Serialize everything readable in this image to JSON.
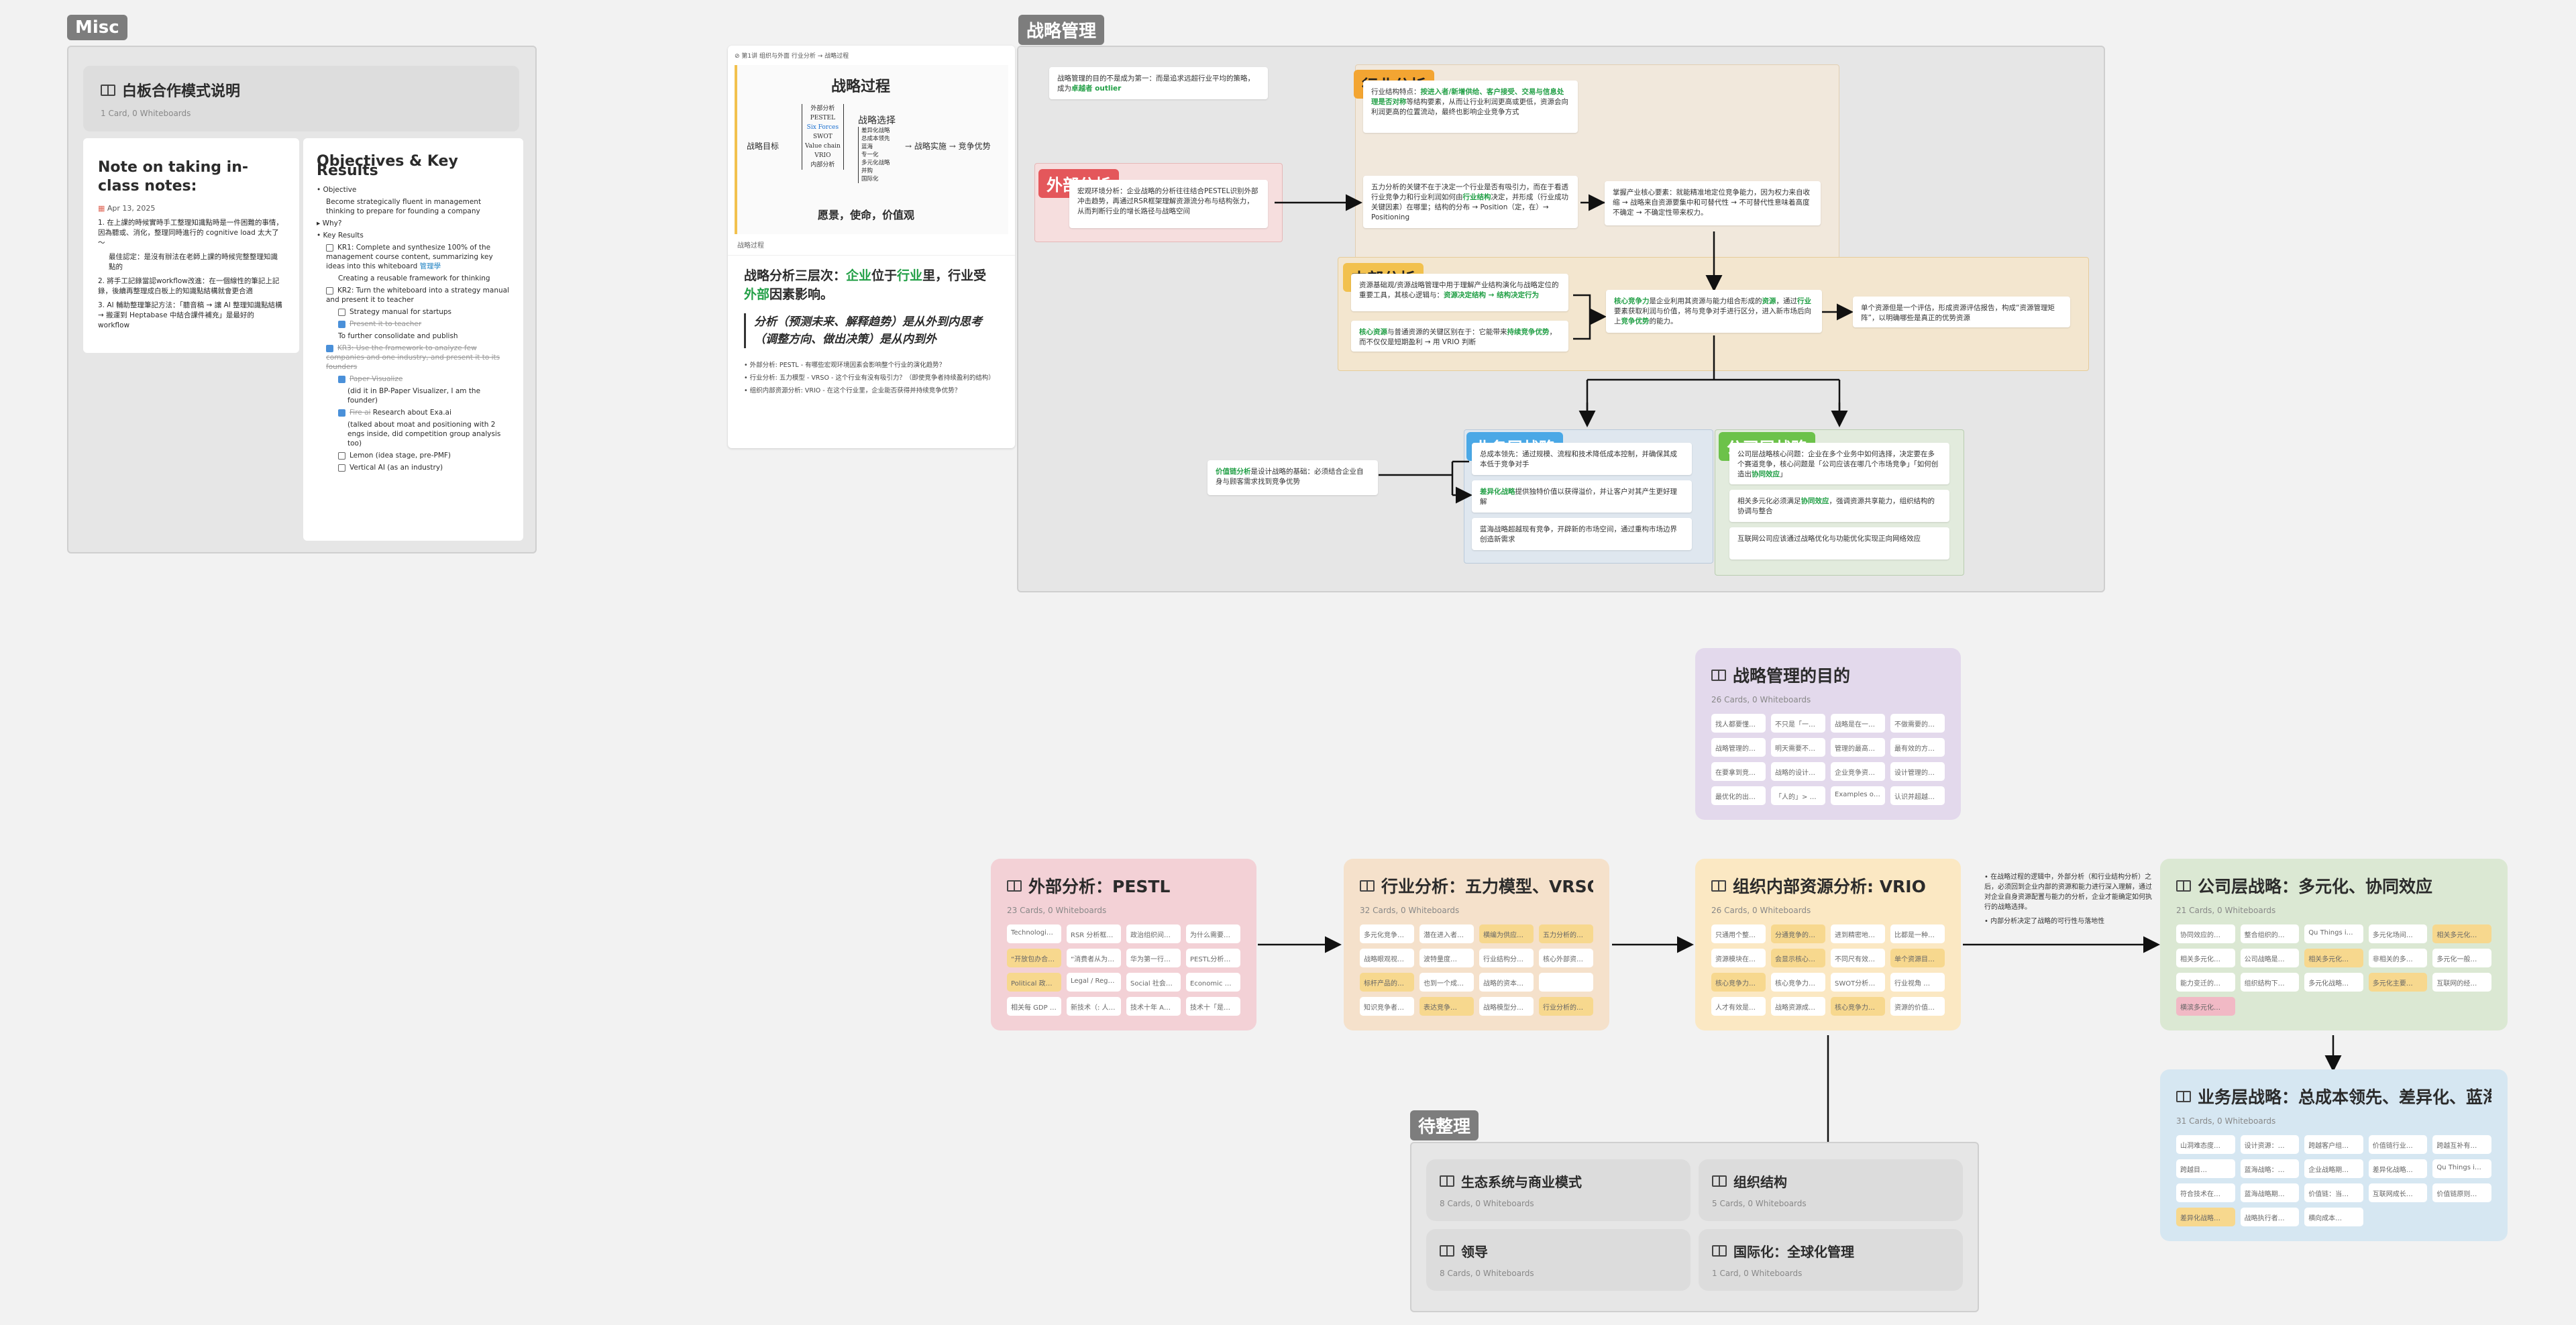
{
  "misc": {
    "label": "Misc",
    "top_card": {
      "title": "白板合作模式说明",
      "sub": "1 Card, 0 Whiteboards"
    },
    "note": {
      "title": "Note on taking in-class notes:",
      "date": "Apr 13, 2025",
      "items": [
        "1. 在上課的時候實時手工整理知識點時是一件困難的事情，因為聽或、消化，整理同時進行的 cognitive load 太大了～",
        "最佳認定：是沒有辦法在老師上課的時候完整整理知識點的",
        "2. 將手工記錄當認workflow改進：在一個線性的筆記上記錄，後續再整理成白板上的知識點結構就會更合適",
        "3. AI 輔助整理筆記方法：「聽音稿 → 讓 AI 整理知識點結構 → 搬運到 Heptabase 中結合課件補充」是最好的 workflow"
      ]
    },
    "okr": {
      "title": "Objectives & Key Results",
      "objective_label": "Objective",
      "objective_text": "Become strategically fluent in management thinking to prepare for founding a company",
      "why": "Why?",
      "kr_label": "Key Results",
      "kr1": "KR1: Complete and synthesize 100% of the management course content, summarizing key ideas into this whiteboard",
      "kr1_note": "管理學",
      "kr1_sub": "Creating a reusable framework for thinking",
      "kr2": "KR2: Turn the whiteboard into a strategy manual and present it to teacher",
      "kr2_a": "Strategy manual for startups",
      "kr2_b": "Present it to teacher",
      "kr2_c": "To further consolidate and publish",
      "kr3": "KR3: Use the framework to analyze few companies and one industry, and present it to its founders",
      "kr3_a": "Paper Visualize",
      "kr3_a_note": "(did it in",
      "kr3_a_note2": "BP-Paper Visualizer, I am the founder)",
      "kr3_b": "Fire ai",
      "kr3_b2": "Research about Exa.ai",
      "kr3_b_note": "(talked about moat and positioning with 2 engs inside, did competition group analysis too)",
      "kr4": "Lemon (idea stage, pre-PMF)",
      "kr5": "Vertical AI (as an industry)"
    }
  },
  "doc": {
    "breadcrumb": "第1讲 组织与外面 行业分析 → 战略过程",
    "img_title": "战略过程",
    "img_row": "战略目标",
    "img_cols": [
      "外部分析",
      "PESTEL",
      "Six Forces",
      "SWOT",
      "Value chain",
      "VRIO",
      "内部分析"
    ],
    "img_choice": "战略选择",
    "img_choice_items": [
      "差异化战略",
      "总成本领先",
      "蓝海",
      "专一化",
      "多元化战略",
      "并购",
      "国际化"
    ],
    "img_impl": "战略实施",
    "img_adv": "竞争优势",
    "img_bottom": "愿景，使命，价值观",
    "caption": "战略过程",
    "h1_a": "战略分析三层次：",
    "h1_b": "企业",
    "h1_c": "位于",
    "h1_d": "行业",
    "h1_e": "里，行业受",
    "h1_f": "外部",
    "h1_g": "因素影响。",
    "quote": "分析（预测未来、解释趋势）是从外到内思考（调整方向、做出决策）是从内到外",
    "bullets": [
      "外部分析: PESTL - 有哪些宏观环境因素会影响整个行业的演化趋势？",
      "行业分析: 五力模型 - VRSO - 这个行业有没有吸引力？（即使竞争者持续盈利的结构）",
      "组织内部资源分析: VRIO - 在这个行业里，企业能否获得并持续竞争优势？"
    ]
  },
  "sm": {
    "label": "战略管理",
    "purpose_card": "战略管理的目的不是成为第一：而是追求远超行业平均的策略，成为",
    "purpose_green": "卓越者 outlier",
    "industry_tag": "行业分析",
    "industry_a": "行业结构特点",
    "industry_green": "按进入者/新增供给、客户接受、交易与信息处理是否对称",
    "industry_b": "等结构要素",
    "industry_c": "从而让行业利润更高或更低，资源会向利润更高的位置流动，最终也影响企业竞争方式",
    "five_forces": "五力分析的关键不在于决定一个行业是否有吸引力，而在于看透行业竞争力和行业利润如何由",
    "five_green": "行业结构",
    "five_b": "决定，并形成（行业成功关键因素）在哪里；结构的分布 → Position（定，在）→ Positioning",
    "key_success": "掌握产业核心要素：就能精准地定位竞争能力，因为权力来自收缩 → 战略来自资源要集中和可替代性 → 不可替代性意味着高度不确定 → 不确定性带来权力。",
    "external_tag": "外部分析",
    "external": "宏观环境分析：企业战略的分析往往结合PESTEL识别外部冲击趋势，再通过RSR框架理解资源流分布与结构张力，从而判断行业的增长路径与战略空间",
    "internal_tag": "内部分析",
    "internal_a": "资源基础观/资源战略管理中用于理解产业结构演化与战略定位的重要工具，其核心逻辑与：",
    "internal_green_a": "资源决定结构 → 结构决定行为",
    "internal_b": "核心资源",
    "internal_b2": "与普通资源的关键区别在于：它能带来",
    "internal_green_b": "持续竞争优势",
    "internal_b3": "，而不仅仅是短期盈利 → 用 VRIO 判断",
    "core_a": "核心竞争力",
    "core_b": "是企业利用其资源与能力组合形成的",
    "core_green": "资源",
    "core_c": "，通过",
    "core_green2": "行业",
    "core_d": "要素获取利润与价值，将与竞争对手进行区分，进入新市场后向上",
    "core_green3": "竞争优势",
    "core_e": "的能力。",
    "single": "单个资源但是一个评估，形成资源评估报告，构成“资源管理矩阵”，以明确哪些是真正的优势资源",
    "biz_tag": "业务层战略",
    "biz_left_a": "价值链分析",
    "biz_left": "是设计战略的基础：必须结合企业自身与顾客需求找到竞争优势",
    "biz_c1": "总成本领先：通过规模、流程和技术降低成本控制，并确保其成本低于竞争对手",
    "biz_c2_a": "差异化战略",
    "biz_c2": "提供独特价值以获得溢价，并让客户对其产生更好理解",
    "biz_c3": "蓝海战略超越现有竞争，开辟新的市场空间，通过重构市场边界创造新需求",
    "corp_tag": "公司层战略",
    "corp_c1_a": "公司层战略核心问题：企业在多个业务中如何选择，决定要在多个赛道竞争，",
    "corp_c1_b": "核心问题是「公司应该在哪几个市场竞争」「如何创造出",
    "corp_c1_green": "协同效应",
    "corp_c1_c": "」",
    "corp_c2_a": "相关多元化必须满足",
    "corp_c2_green": "协同效应",
    "corp_c2": "，强调资源共享能力，组织结构的协调与整合",
    "corp_c3": "互联网公司应该通过战略优化与功能优化实现正向网络效应"
  },
  "decks": {
    "purpose": {
      "title": "战略管理的目的",
      "sub": "26 Cards, 0 Whiteboards",
      "chips": [
        "找人都要懂…",
        "不只是「一起…",
        "战略是在一…",
        "不做需要的…",
        "战略管理的…",
        "明天需要不…",
        "管理的最高…",
        "最有效的方…",
        "在要拿到竞…",
        "战略的设计…",
        "企业竞争资…",
        "设计管理的…",
        "最优化的出…",
        "「人的」> Win…",
        "Examples of…",
        "认识并超越…"
      ]
    },
    "pestl": {
      "title": "外部分析：PESTL",
      "sub": "23 Cards, 0 Whiteboards",
      "chips": [
        "Technologi…",
        "RSR 分析框…",
        "政治组织间…",
        "为什么需要…",
        "“开放包办合…",
        "“消费者从为…",
        "华为第一行…",
        "PESTL分析…",
        "Political 政…",
        "Legal / Regu…",
        "Social 社会…",
        "Economic 经…",
        "相关每 GDP …",
        "新技术（: 人…",
        "技术十年 A…",
        "技术十「是…"
      ]
    },
    "vrso": {
      "title": "行业分析：五力模型、VRSO",
      "sub": "32 Cards, 0 Whiteboards",
      "chips": [
        "多元化竞争…",
        "潜在进入者…",
        "横编为供应…",
        "五力分析的…",
        "战略眼观视…",
        "波特量度…",
        "行业结构分…",
        "核心外部资…",
        "标杆产品的…",
        "也到一个成…",
        "战略的资本…",
        "",
        "知识竞争者…",
        "表达竞争…",
        "战略模型分…",
        "行业分析的…"
      ]
    },
    "vrio": {
      "title": "组织内部资源分析: VRIO",
      "sub": "26 Cards, 0 Whiteboards",
      "chips": [
        "只通用个整…",
        "分通竞争的…",
        "进到精密地…",
        "比都是一种…",
        "资源模块在…",
        "会显示核心…",
        "不同尺有效…",
        "单个资源目…",
        "核心竞争力…",
        "核心竞争力…",
        "SWOT分析…",
        "行业视角 …",
        "人才有效是…",
        "战略资源成…",
        "核心竞争力…",
        "资源的价值…"
      ]
    },
    "corp": {
      "title": "公司层战略：多元化、协同效应",
      "sub": "21 Cards, 0 Whiteboards",
      "chips": [
        "协同效应的…",
        "整合组织的…",
        "Qu Things i…",
        "多元化场间…",
        "相关多元化…",
        "相关多元化…",
        "公司战略是…",
        "相关多元化…",
        "非相关的多…",
        "多元化一般…",
        "能力变迁的…",
        "组织结构下…",
        "多元化战略…",
        "多元化主要…",
        "互联网的经…",
        "横滨多元化…"
      ]
    },
    "biz": {
      "title": "业务层战略：总成本领先、差异化、蓝海",
      "sub": "31 Cards, 0 Whiteboards",
      "chips": [
        "山洞难态度…",
        "设计资源：…",
        "跨越客户组…",
        "价值链行业…",
        "跨越互补有…",
        "跨越目…",
        "蓝海战略：…",
        "企业战略期…",
        "差异化战略…",
        "Qu Things i…",
        "符合技术在…",
        "蓝海战略期…",
        "价值链：当…",
        "互联网成长…",
        "价值链原则…",
        "差异化战略…",
        "战略执行者…",
        "横向成本…"
      ]
    },
    "ecosystem": {
      "title": "生态系统与商业模式",
      "sub": "8 Cards, 0 Whiteboards"
    },
    "org": {
      "title": "组织结构",
      "sub": "5 Cards, 0 Whiteboards"
    },
    "lead": {
      "title": "领导",
      "sub": "8 Cards, 0 Whiteboards"
    },
    "intl": {
      "title": "国际化：全球化管理",
      "sub": "1 Card, 0 Whiteboards"
    }
  },
  "todo_label": "待整理",
  "side_note": [
    "在战略过程的逻辑中，外部分析（和行业结构分析）之后，必须回到企业内部的资源和能力进行深入理解，通过对企业自身资源配置与能力的分析，企业才能确定如何执行的战略选择。",
    "内部分析决定了战略的可行性与落地性"
  ]
}
